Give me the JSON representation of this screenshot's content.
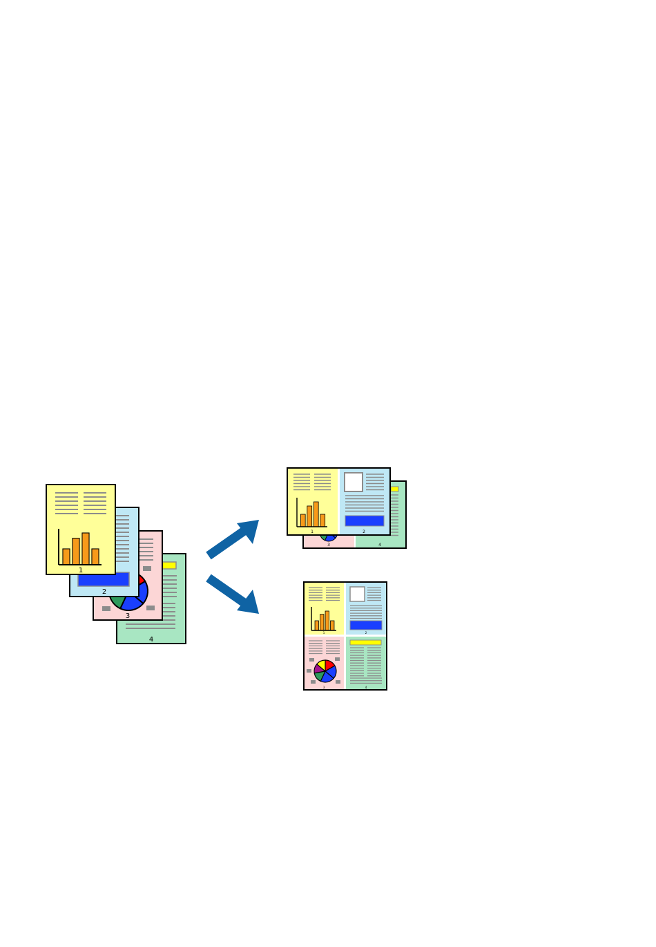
{
  "pages": [
    {
      "number": "1",
      "color": "#ffff99"
    },
    {
      "number": "2",
      "color": "#bfe8f5"
    },
    {
      "number": "3",
      "color": "#fcd6d6"
    },
    {
      "number": "4",
      "color": "#a8e6c2"
    }
  ],
  "colors": {
    "arrow": "#0f63a4",
    "bar": "#f79a1a",
    "text_line": "#8c8c8c",
    "blue_block": "#1a3fff",
    "yellow_block": "#ffff00",
    "pie": [
      "#ff0000",
      "#ffff00",
      "#1a3fff",
      "#2e9a5c",
      "#a0148c"
    ]
  },
  "bar_values": [
    3,
    5,
    6,
    3
  ],
  "source_stack_pages": 4,
  "output_2up_pages": 2,
  "output_4up_pages": 1,
  "icons": [
    "stacked-pages-icon",
    "arrow-up-right-icon",
    "arrow-down-right-icon",
    "two-up-sheets-icon",
    "four-up-sheet-icon"
  ]
}
